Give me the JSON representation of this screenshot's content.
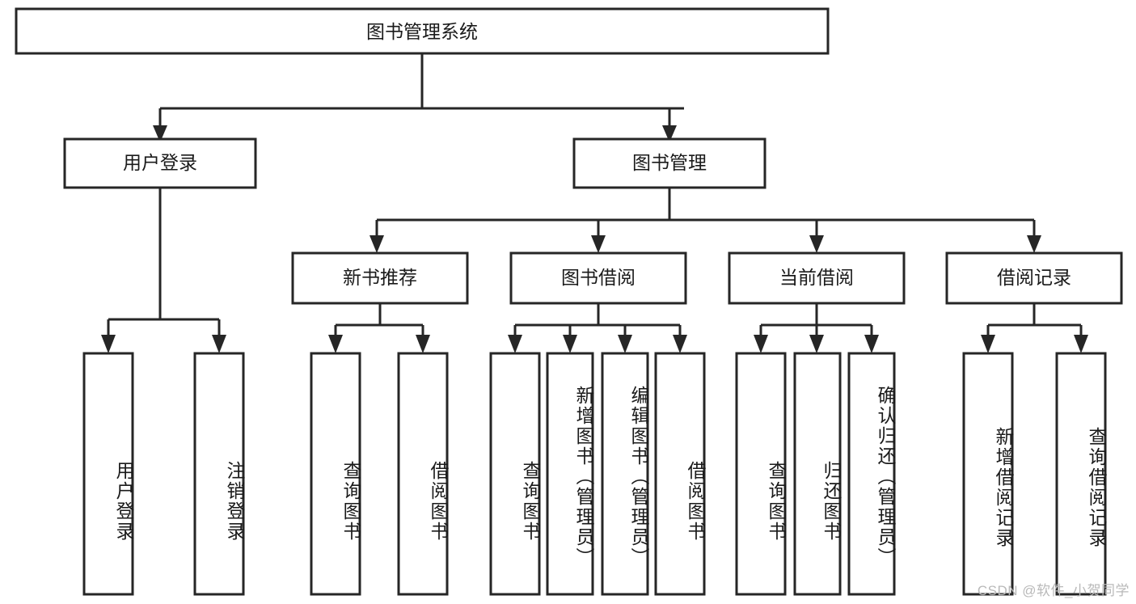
{
  "diagram": {
    "title": "图书管理系统",
    "watermark": "CSDN @软件_小贺同学",
    "stroke_color": "#262626",
    "fill_color": "#ffffff",
    "text_color": "#1a1a1a",
    "levels": {
      "root": {
        "label": "图书管理系统"
      },
      "level2": [
        {
          "label": "用户登录"
        },
        {
          "label": "图书管理"
        }
      ],
      "level3": [
        {
          "label": "新书推荐"
        },
        {
          "label": "图书借阅"
        },
        {
          "label": "当前借阅"
        },
        {
          "label": "借阅记录"
        }
      ],
      "leaves": {
        "user_login": [
          {
            "label": "用户登录"
          },
          {
            "label": "注销登录"
          }
        ],
        "new_book_recommend": [
          {
            "label": "查询图书"
          },
          {
            "label": "借阅图书"
          }
        ],
        "book_borrow": [
          {
            "label": "查询图书"
          },
          {
            "label": "新增图书（管理员）"
          },
          {
            "label": "编辑图书（管理员）"
          },
          {
            "label": "借阅图书"
          }
        ],
        "current_borrow": [
          {
            "label": "查询图书"
          },
          {
            "label": "归还图书"
          },
          {
            "label": "确认归还（管理员）"
          }
        ],
        "borrow_record": [
          {
            "label": "新增借阅记录"
          },
          {
            "label": "查询借阅记录"
          }
        ]
      }
    }
  }
}
